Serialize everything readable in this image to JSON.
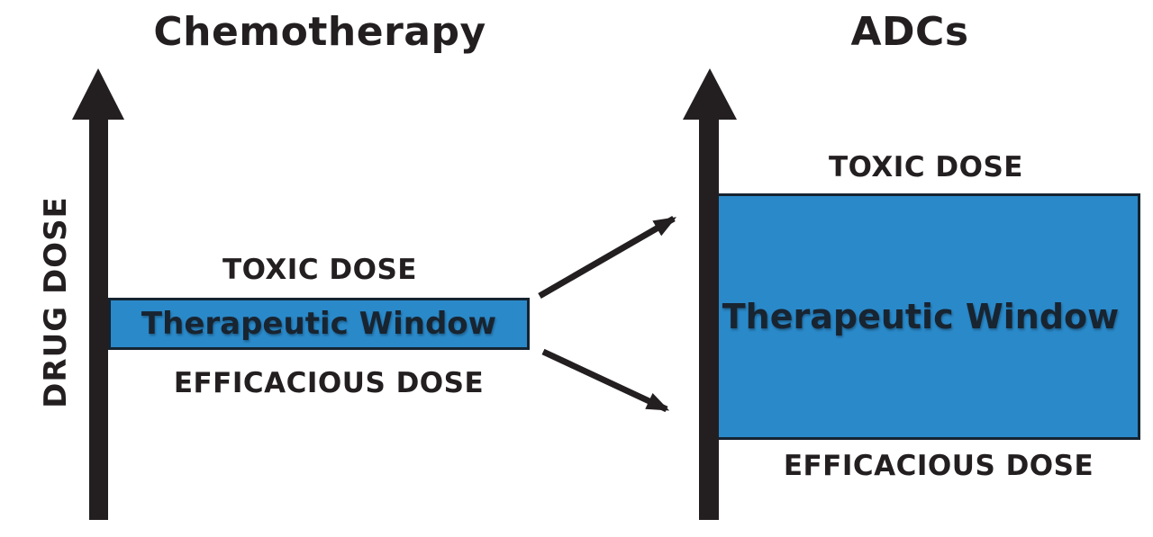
{
  "figure": {
    "left_panel": {
      "title": "Chemotherapy",
      "axis_label": "DRUG DOSE",
      "toxic_label": "TOXIC DOSE",
      "window_label": "Therapeutic Window",
      "efficacious_label": "EFFICACIOUS DOSE"
    },
    "right_panel": {
      "title": "ADCs",
      "toxic_label": "TOXIC DOSE",
      "window_label": "Therapeutic Window",
      "efficacious_label": "EFFICACIOUS DOSE"
    },
    "colors": {
      "background": "#ffffff",
      "ink": "#231f20",
      "window_fill": "#2a89c9",
      "window_border": "#152330",
      "window_text": "#182430"
    }
  }
}
